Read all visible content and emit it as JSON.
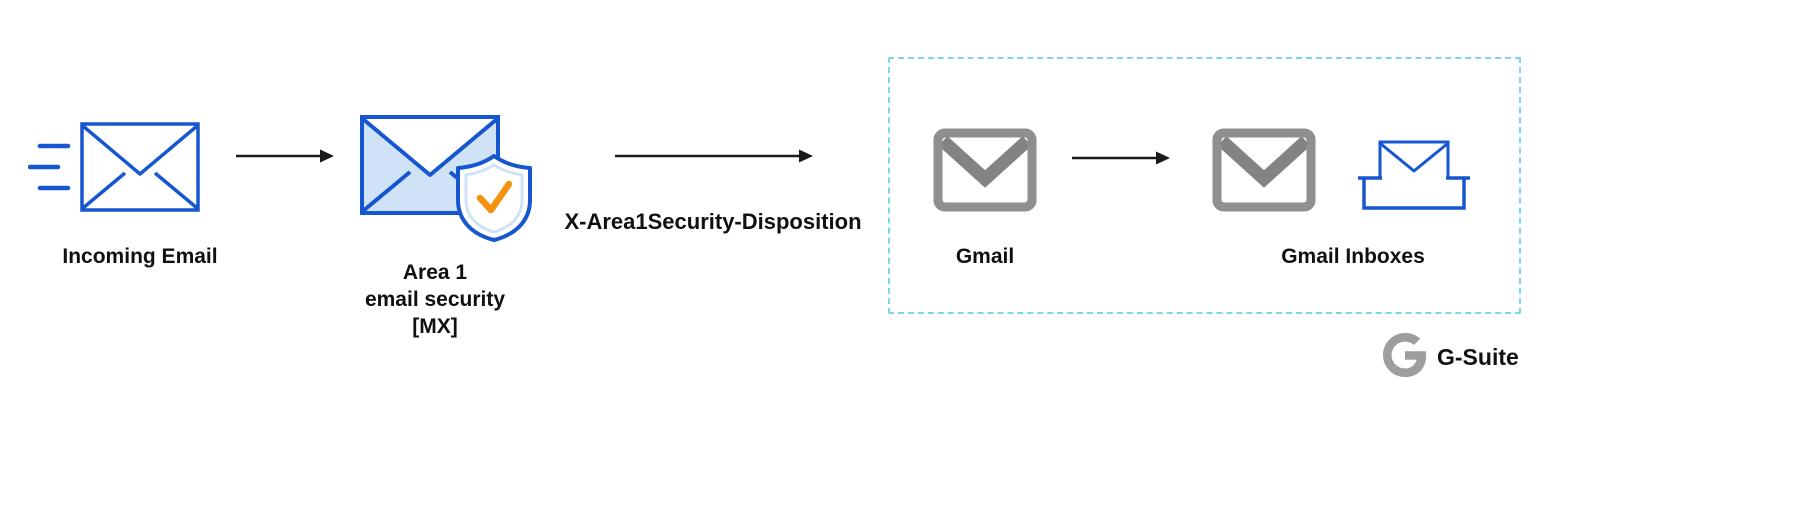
{
  "diagram": {
    "incoming": {
      "label": "Incoming Email"
    },
    "area1": {
      "line1": "Area 1",
      "line2": "email security",
      "line3": "[MX]"
    },
    "edge_label": "X-Area1Security-Disposition",
    "gmail": {
      "label": "Gmail"
    },
    "gmail_inboxes": {
      "label": "Gmail Inboxes"
    },
    "brand": {
      "label": "G-Suite"
    },
    "icons": {
      "speed_lines": "speed-lines-icon",
      "incoming_envelope": "envelope-icon",
      "area1_envelope": "envelope-icon",
      "area1_shield": "shield-check-icon",
      "gmail": "gmail-envelope-icon",
      "inbox": "inbox-envelope-icon",
      "gsuite": "google-g-icon",
      "arrow": "right-arrow-icon"
    },
    "colors": {
      "envelope_blue": "#1657d0",
      "envelope_light_blue": "#cfe2f6",
      "gmail_gray": "#8f8f8f",
      "gmail_gray_dark": "#838383",
      "dashed_cyan": "#7ed7e4",
      "check_orange": "#f3920e",
      "arrow_black": "#1a1a1a",
      "brand_gray": "#9d9d9d",
      "text": "#101010",
      "background": "#ffffff"
    }
  }
}
